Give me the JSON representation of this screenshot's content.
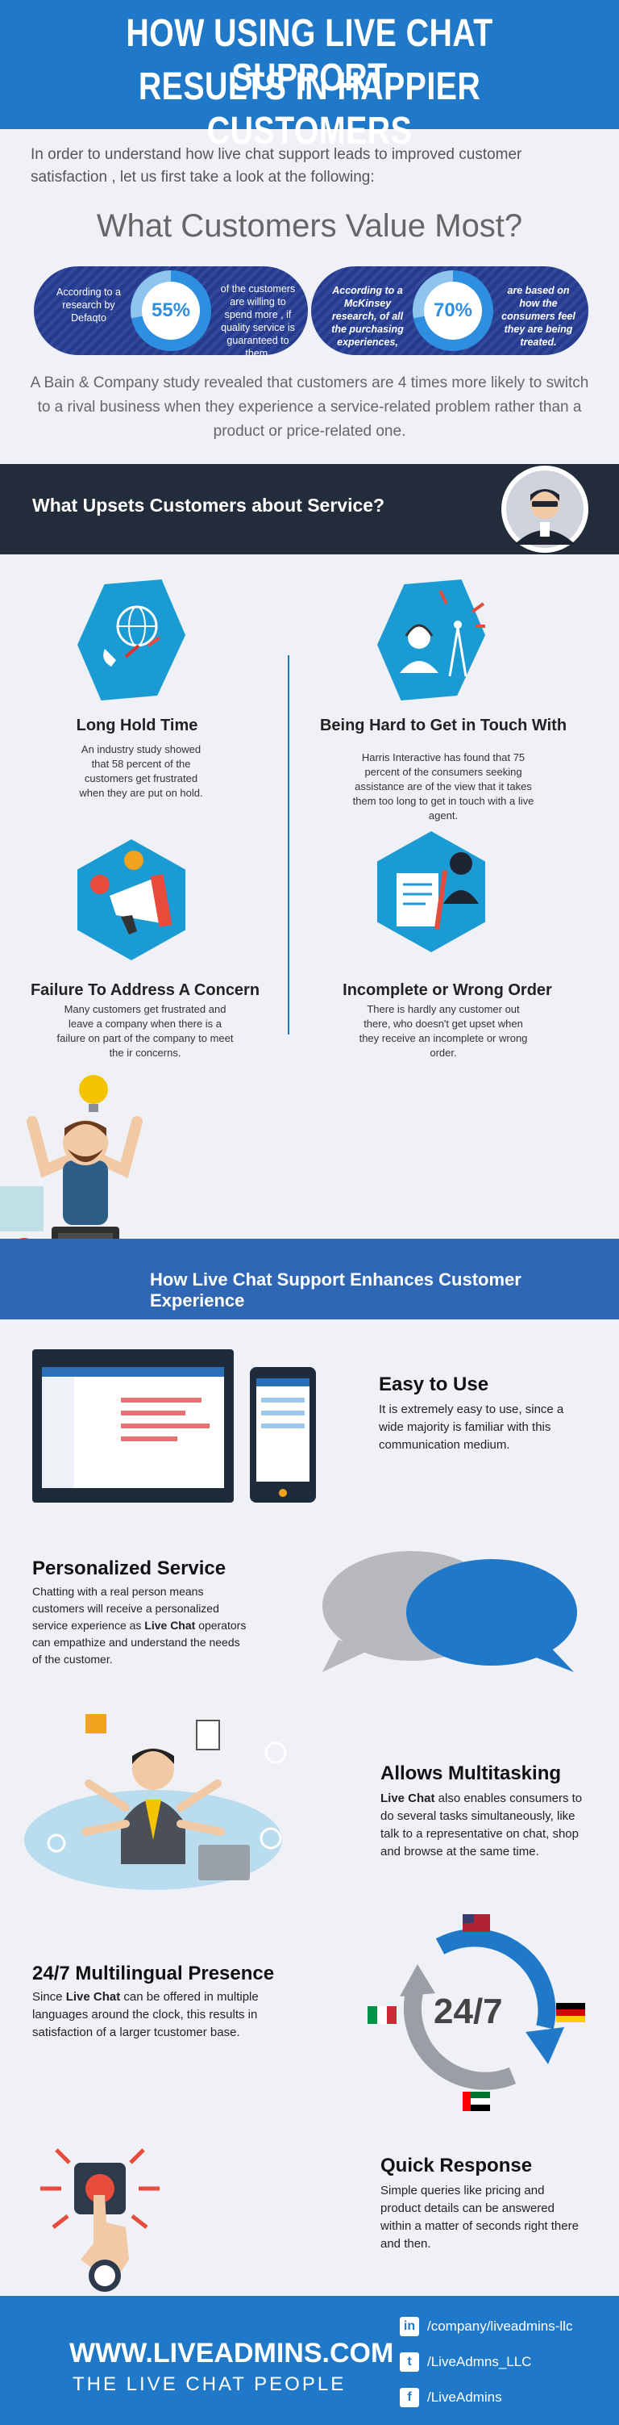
{
  "header": {
    "line1": "HOW USING LIVE CHAT SUPPORT",
    "line2": "RESULTS IN HAPPIER CUSTOMERS"
  },
  "intro": "In order to understand how live chat support leads to improved customer satisfaction , let us first take a look at the following:",
  "value_heading": "What Customers Value Most?",
  "stats": [
    {
      "left": "According to a research by Defaqto",
      "percent": "55%",
      "right": "of the customers are willing to spend more , if quality service is guaranteed to them."
    },
    {
      "left": "According to a McKinsey research, of all the purchasing experiences,",
      "percent": "70%",
      "right": "are based on how the consumers feel they are being treated."
    }
  ],
  "bain": "A Bain & Company study revealed that customers are 4 times more likely to switch to a rival business when they experience a service-related problem rather than a product or price-related one.",
  "upsets_heading": "What Upsets Customers about Service?",
  "upsets": [
    {
      "title": "Long Hold Time",
      "body": "An industry study showed that 58 percent of the customers get frustrated when they are put on hold."
    },
    {
      "title": "Being Hard to Get in Touch With",
      "body": "Harris Interactive has found that 75 percent of the consumers seeking assistance are of the view that it takes them too long to get in touch with a live agent."
    },
    {
      "title": "Failure To Address A Concern",
      "body": "Many customers get frustrated and leave a company when there is a failure on part of the company to meet the ir concerns."
    },
    {
      "title": "Incomplete or Wrong Order",
      "body": "There is hardly any customer out there, who doesn't get upset when they receive an incomplete or wrong order."
    }
  ],
  "enhance_heading": "How Live Chat Support Enhances Customer Experience",
  "features": [
    {
      "title": "Easy to Use",
      "body": "It is extremely easy to use, since a wide majority is familiar with this communication medium."
    },
    {
      "title": "Personalized Service",
      "body_a": "Chatting with a real person means customers will receive a personalized service experience as ",
      "strong": "Live Chat",
      "body_b": " operators can empathize and understand the needs of the customer."
    },
    {
      "title": "Allows Multitasking",
      "strong": "Live Chat",
      "body_b": " also enables consumers to do several tasks simultaneously, like talk to a representative on chat, shop and browse at the same time."
    },
    {
      "title": "24/7 Multilingual Presence",
      "body_a": "Since ",
      "strong": "Live Chat",
      "body_b": " can be offered in multiple languages around the clock, this results in satisfaction of a larger tcustomer base."
    },
    {
      "title": "Quick Response",
      "body": "Simple queries like pricing and product details can be answered within a matter of seconds right there and then."
    }
  ],
  "clock_label": "24/7",
  "footer": {
    "site": "WWW.LIVEADMINS.COM",
    "tagline": "THE LIVE CHAT PEOPLE",
    "linkedin": "/company/liveadmins-llc",
    "twitter": "/LiveAdmns_LLC",
    "facebook": "/LiveAdmins"
  },
  "colors": {
    "primary_blue": "#1f78c8",
    "dark_band": "#232c3a",
    "hex_blue": "#1b9bd3",
    "band_blue": "#2f67b4",
    "stat_navy": "#243b8f"
  }
}
